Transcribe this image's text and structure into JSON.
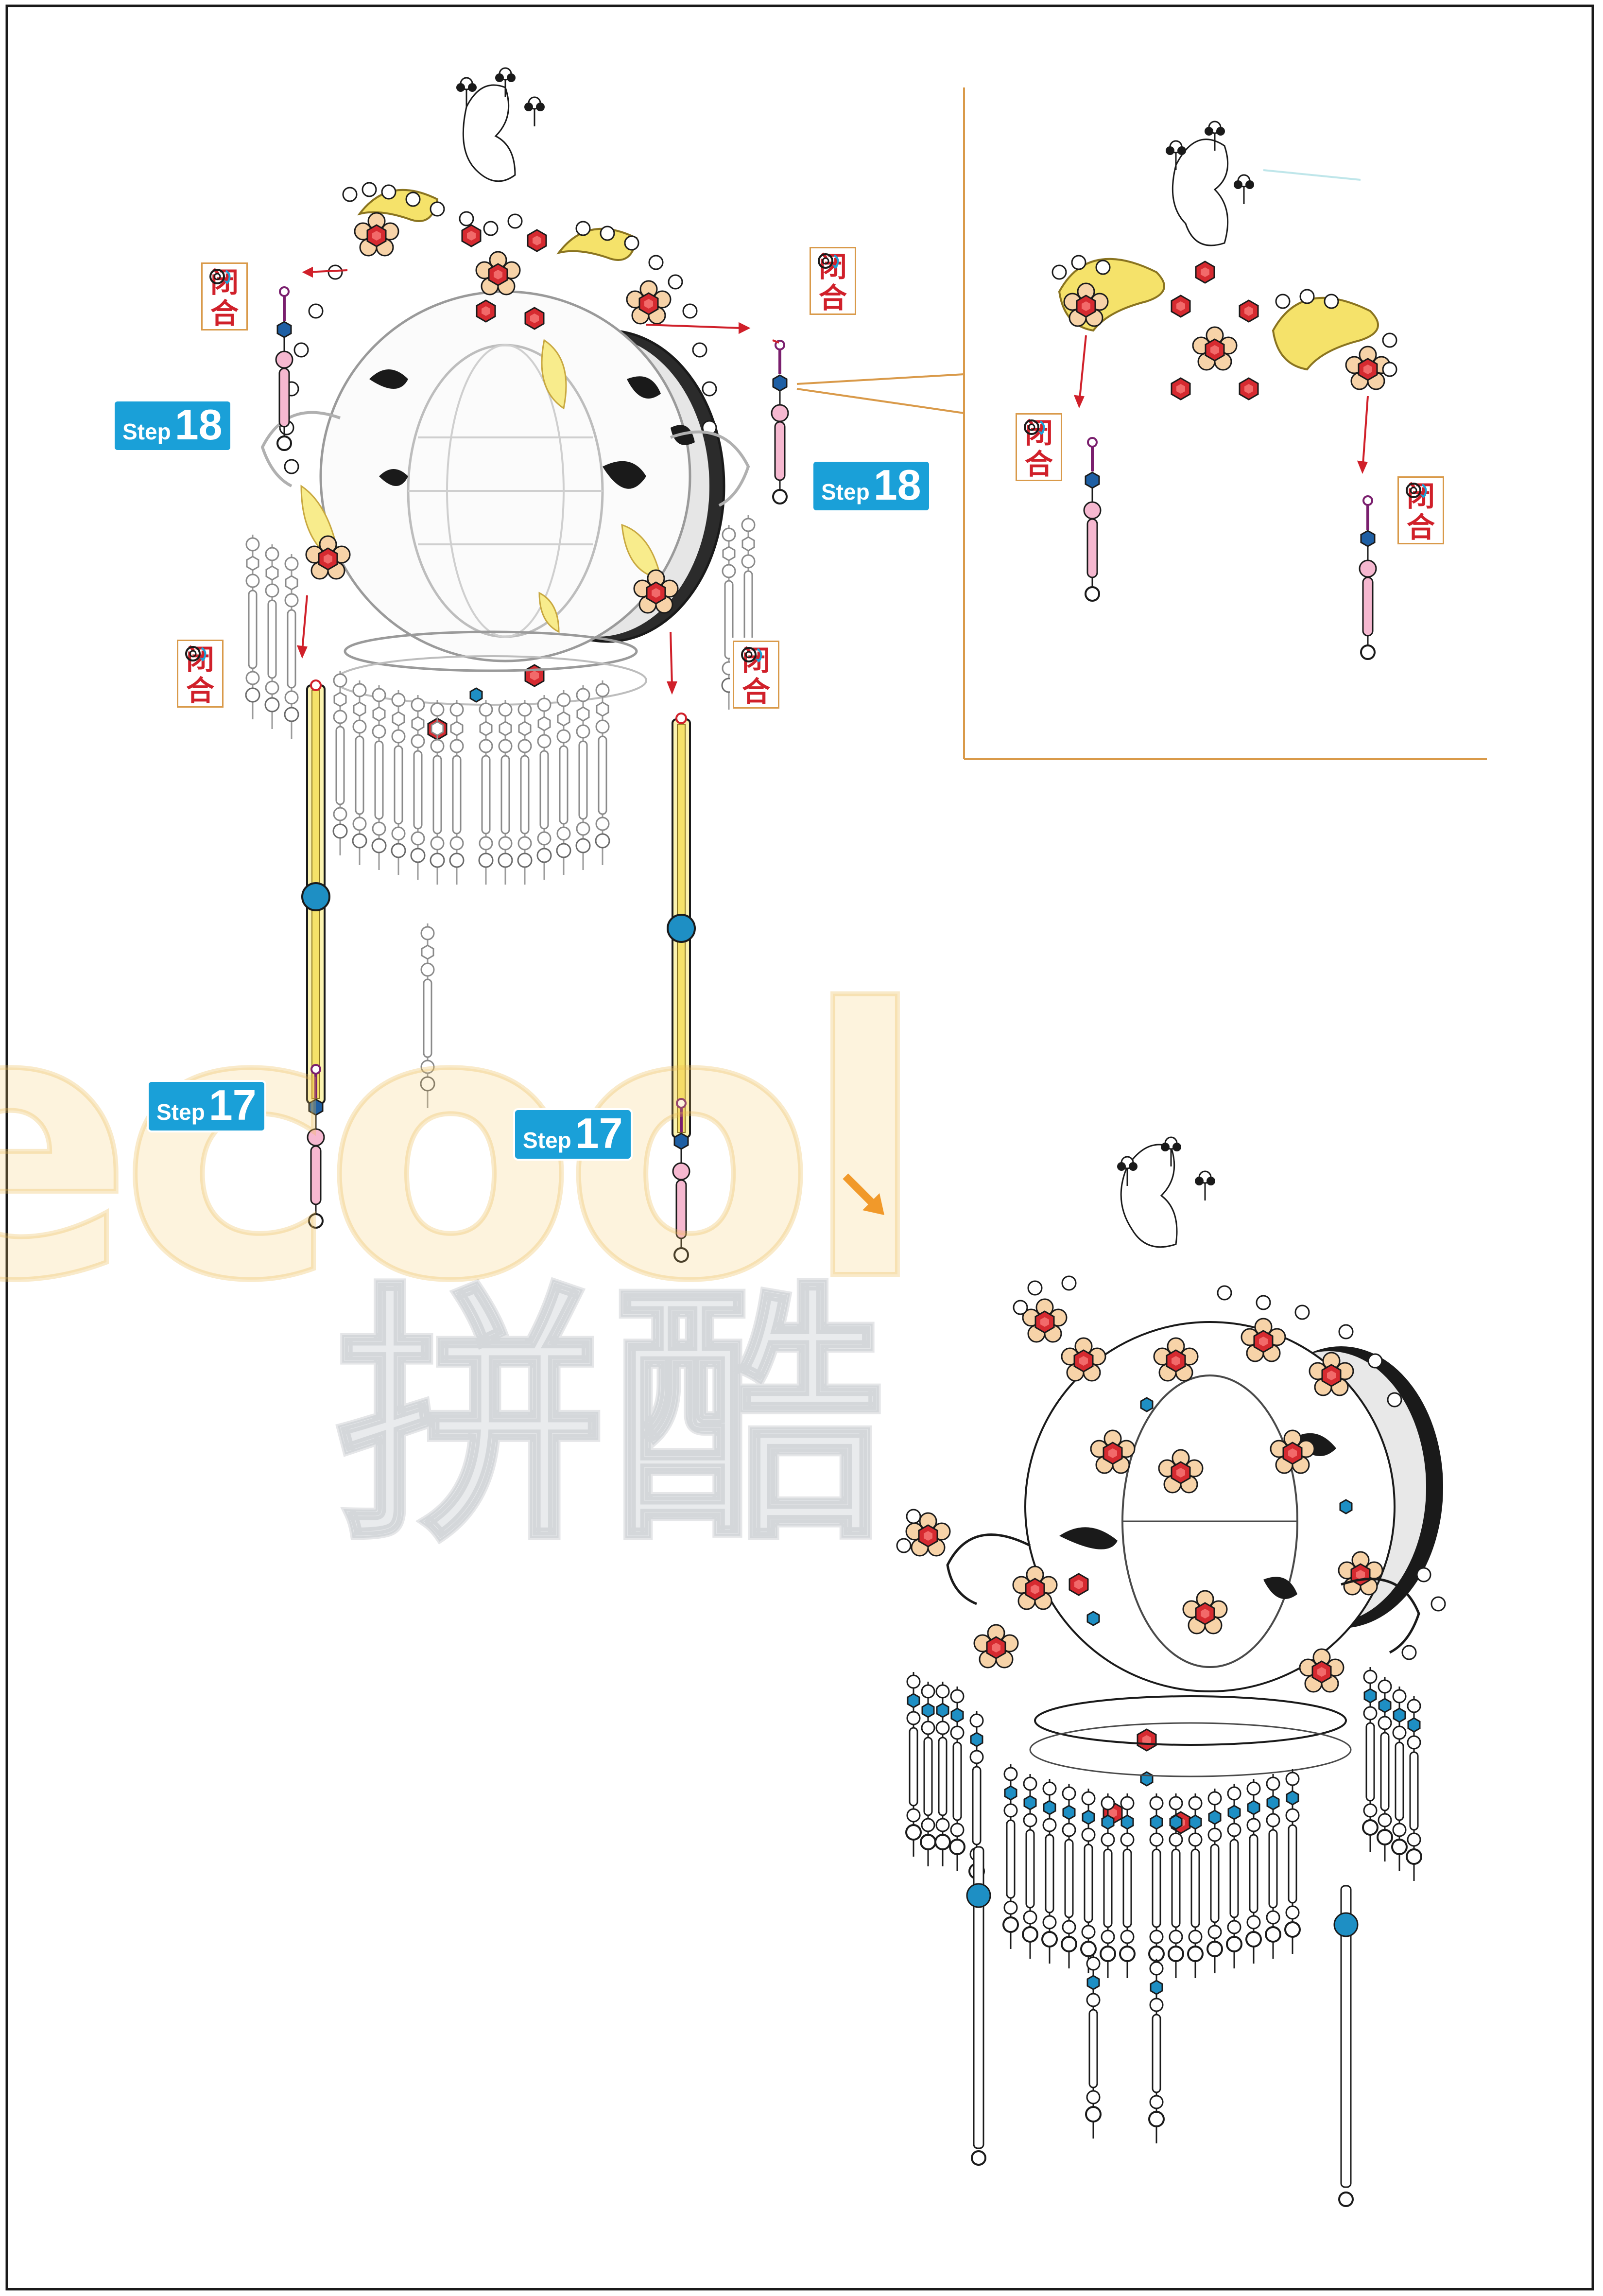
{
  "labels": {
    "close_char_1": "闭",
    "close_char_2": "合",
    "step_word": "Step",
    "step_17": "17",
    "step_18": "18"
  },
  "watermark": {
    "latin": "ecool",
    "chinese": "拼酷"
  },
  "icons": {
    "close_ring": "ring-close-icon",
    "arrow": "red-arrow-icon",
    "orange_arrow": "orange-arrow-icon"
  },
  "colors": {
    "gold_frame": "#d99a4a",
    "label_red": "#d0202a",
    "step_blue": "#1aa0d8",
    "ornament_yellow": "#f5e26a",
    "gem_red": "#d62a30",
    "gem_blue": "#1e8fc4",
    "bead_pink": "#f6b8d0",
    "petal_peach": "#f7d3a8"
  }
}
